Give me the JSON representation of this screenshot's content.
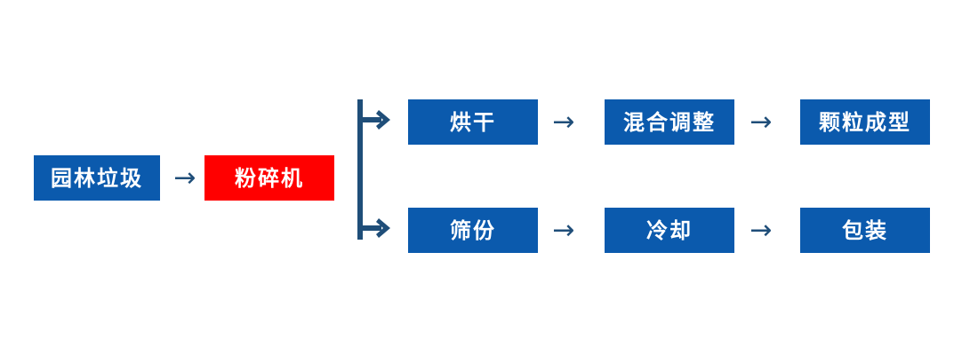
{
  "diagram": {
    "title_text": "",
    "background_color": "#FFFFFF",
    "colors": {
      "box_blue": "#0B5AAD",
      "box_red": "#FF0000",
      "arrow_navy": "#1F4E79",
      "label_white": "#FFFFFF"
    },
    "intake": {
      "source_label": "园林垃圾",
      "arrow_glyph": "→",
      "crusher_label": "粉碎机"
    },
    "split": {
      "connector_type": "fork-bracket",
      "branch_count": 2,
      "arrow_glyph": "→"
    },
    "branches": [
      {
        "name": "upper-branch",
        "steps": [
          {
            "label": "烘干"
          },
          {
            "label": "混合调整"
          },
          {
            "label": "颗粒成型"
          }
        ],
        "arrows": [
          "→",
          "→"
        ]
      },
      {
        "name": "lower-branch",
        "steps": [
          {
            "label": "筛份"
          },
          {
            "label": "冷却"
          },
          {
            "label": "包装"
          }
        ],
        "arrows": [
          "→",
          "→"
        ]
      }
    ]
  }
}
